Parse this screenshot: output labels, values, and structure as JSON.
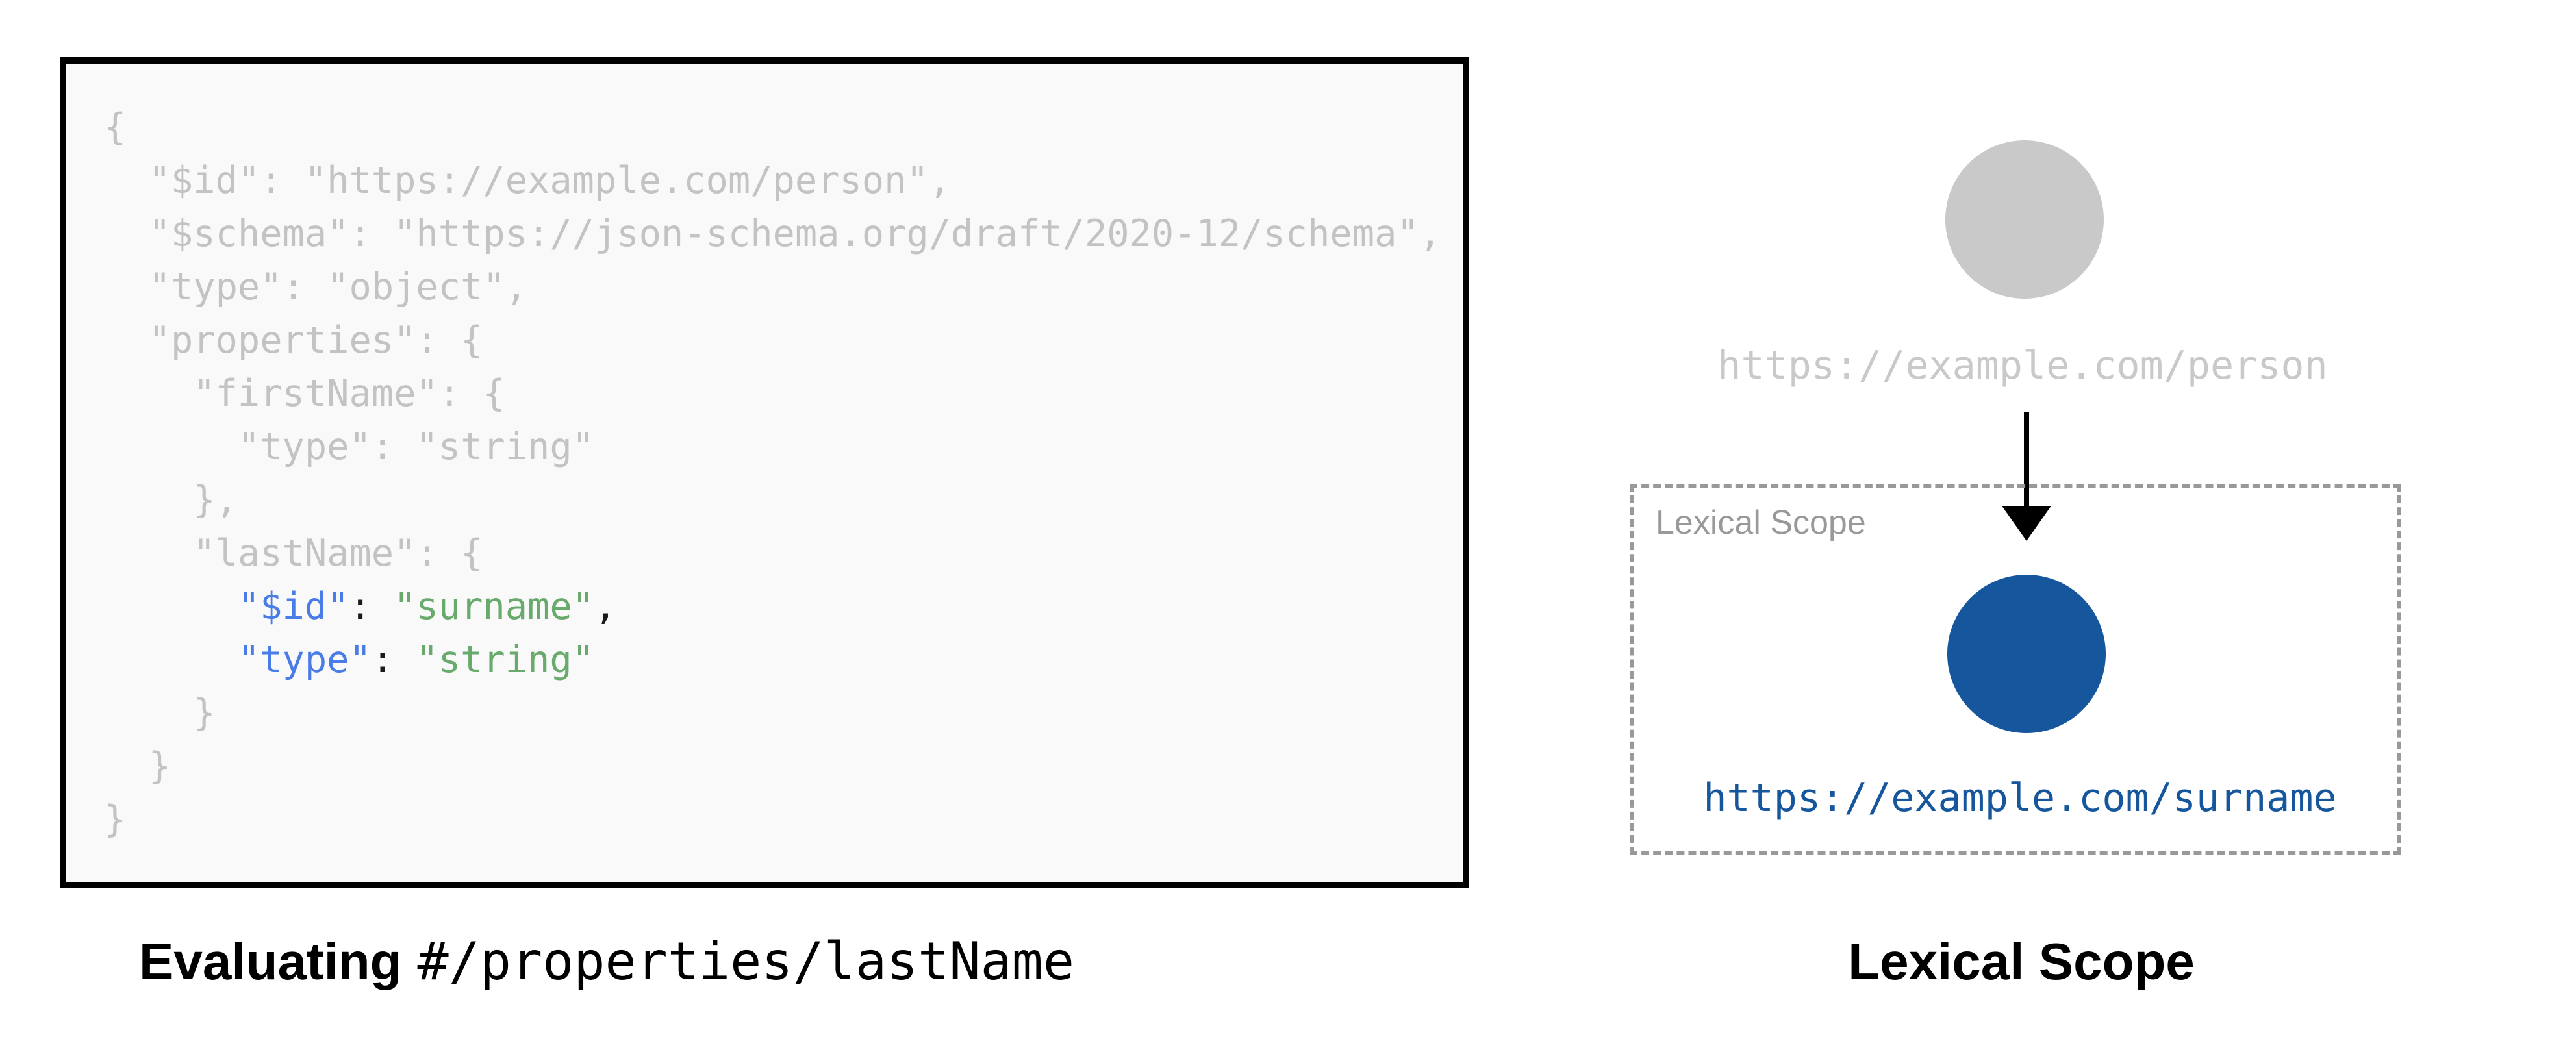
{
  "left": {
    "caption": {
      "bold": "Evaluating",
      "pointer": "#/properties/lastName"
    },
    "code_lines": [
      [
        {
          "t": "{",
          "c": "m"
        }
      ],
      [
        {
          "t": "  \"$id\": \"https://example.com/person\",",
          "c": "m"
        }
      ],
      [
        {
          "t": "  \"$schema\": \"https://json-schema.org/draft/2020-12/schema\",",
          "c": "m"
        }
      ],
      [
        {
          "t": "  \"type\": \"object\",",
          "c": "m"
        }
      ],
      [
        {
          "t": "  \"properties\": {",
          "c": "m"
        }
      ],
      [
        {
          "t": "    \"firstName\": {",
          "c": "m"
        }
      ],
      [
        {
          "t": "      \"type\": \"string\"",
          "c": "m"
        }
      ],
      [
        {
          "t": "    },",
          "c": "m"
        }
      ],
      [
        {
          "t": "    \"lastName\": {",
          "c": "m"
        }
      ],
      [
        {
          "t": "      ",
          "c": "m"
        },
        {
          "t": "\"$id\"",
          "c": "k"
        },
        {
          "t": ": ",
          "c": "p"
        },
        {
          "t": "\"surname\"",
          "c": "s"
        },
        {
          "t": ",",
          "c": "p"
        }
      ],
      [
        {
          "t": "      ",
          "c": "m"
        },
        {
          "t": "\"type\"",
          "c": "k"
        },
        {
          "t": ": ",
          "c": "p"
        },
        {
          "t": "\"string\"",
          "c": "s"
        }
      ],
      [
        {
          "t": "    }",
          "c": "m"
        }
      ],
      [
        {
          "t": "  }",
          "c": "m"
        }
      ],
      [
        {
          "t": "}",
          "c": "m"
        }
      ]
    ]
  },
  "right": {
    "parent_uri": "https://example.com/person",
    "scope_label": "Lexical Scope",
    "child_uri": "https://example.com/surname",
    "caption": "Lexical Scope"
  },
  "colors": {
    "code_muted": "#C3C3C3",
    "code_key_blue": "#4A7CE8",
    "code_string_green": "#68AA6C",
    "code_punct": "#1A1A1A",
    "code_box_bg": "#F9F9F9",
    "code_box_border": "#000000",
    "node_gray": "#C9C9C9",
    "node_blue": "#15569D",
    "scope_border_gray": "#999999"
  }
}
